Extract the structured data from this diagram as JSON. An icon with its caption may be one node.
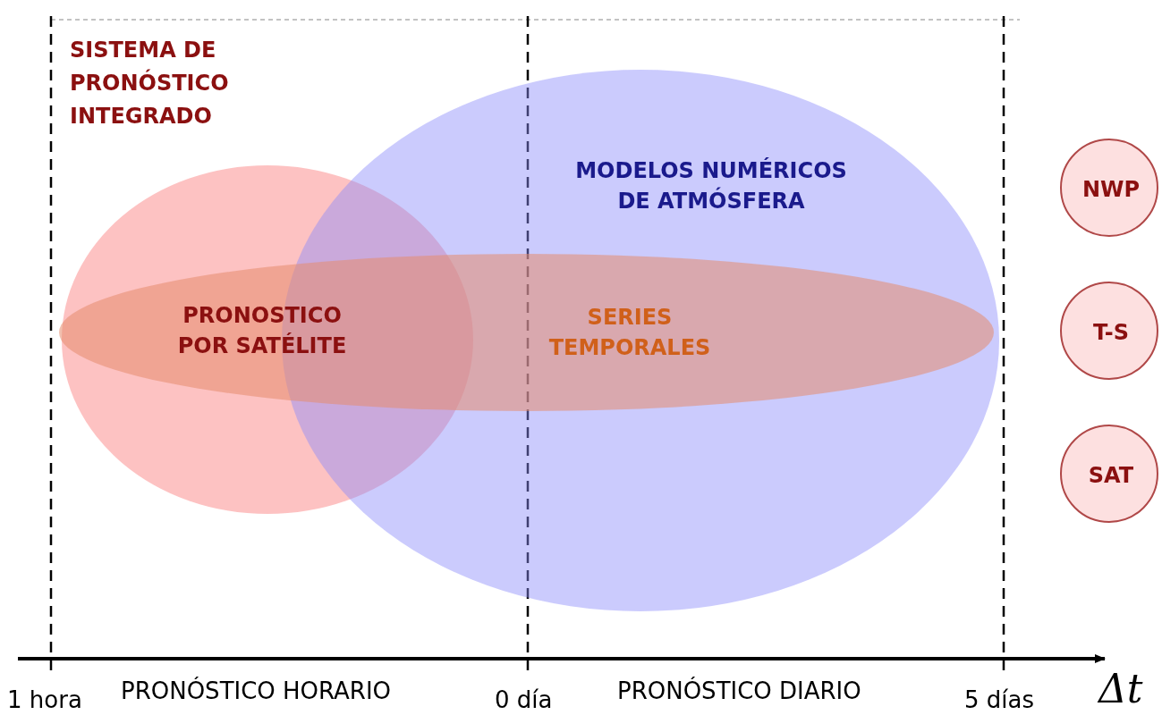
{
  "diagram": {
    "nodes": [
      {
        "text": [
          "PRONOSTICO POR SATÉLITE"
        ]
      },
      {
        "text": [
          "MODELOS NUMÉRICOS DE ATMÓSFERA"
        ]
      },
      {
        "text": [
          "SERIES TEMPORALES"
        ]
      },
      {
        "text": [
          "NWP"
        ]
      },
      {
        "text": [
          "T-S"
        ]
      },
      {
        "text": [
          "SAT"
        ]
      }
    ],
    "labels": [
      "SISTEMA DE PRONÓSTICO INTEGRADO",
      "1 hora",
      "PRONÓSTICO HORARIO",
      "0 día",
      "PRONÓSTICO DIARIO",
      "5 días",
      "Δt"
    ]
  }
}
